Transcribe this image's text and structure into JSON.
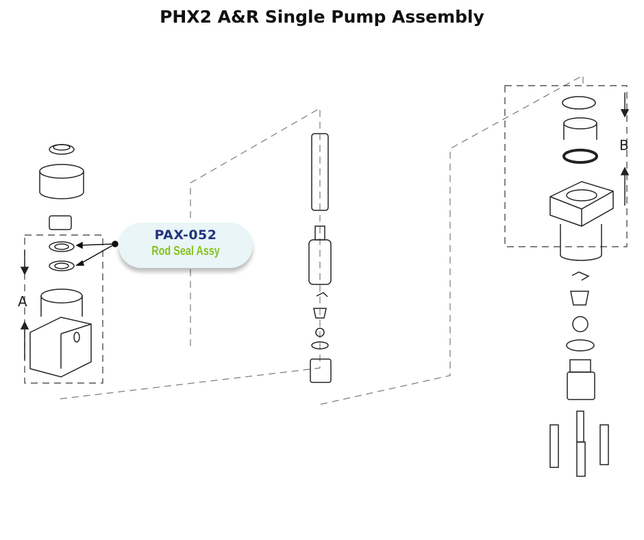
{
  "title": "PHX2 A&R Single Pump Assembly",
  "callout": {
    "part_number": "PAX-052",
    "description": "Rod Seal Assy"
  },
  "labels": {
    "a": "A",
    "b": "B"
  }
}
